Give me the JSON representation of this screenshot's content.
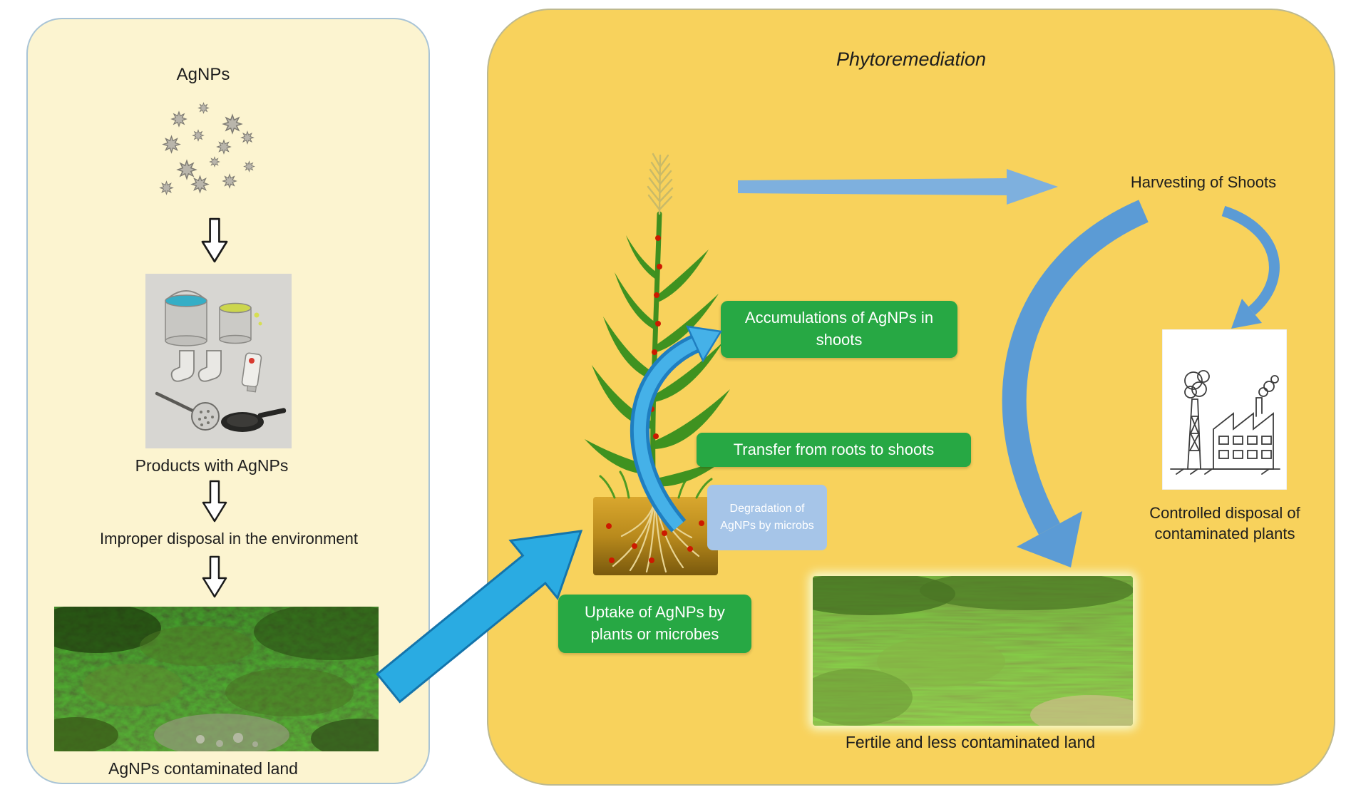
{
  "figure": {
    "left_panel": {
      "agnps_title": "AgNPs",
      "products_label": "Products with AgNPs",
      "improper_disposal_text": "Improper disposal in the environment",
      "contaminated_land_label": "AgNPs contaminated land"
    },
    "right_panel": {
      "title": "Phytoremediation",
      "harvesting_label": "Harvesting of Shoots",
      "accumulation_box_label": "Accumulations of AgNPs in shoots",
      "transfer_box_label": "Transfer from roots to shoots",
      "degradation_box_label": "Degradation of AgNPs by microbs",
      "uptake_box_label": "Uptake of AgNPs by plants or microbes",
      "controlled_disposal_label": "Controlled disposal of contaminated plants",
      "fertile_land_label": "Fertile and less contaminated land"
    }
  },
  "colors": {
    "left_panel_bg": "#fcf4d0",
    "left_panel_border": "#a9c4d6",
    "right_panel_bg": "#f8d25c",
    "right_panel_border": "#bdb98f",
    "green_box": "#27a844",
    "blue_box": "#a6c5e8",
    "arrow_blue": "#5b9bd5",
    "arrow_blue_light": "#7eb0de",
    "bright_arrow": "#2aabe2",
    "bright_arrow_border": "#1474ab",
    "scurve_light": "#45b1e8",
    "scurve_dark": "#1f7ec0",
    "text_color": "#1d1d1d"
  }
}
